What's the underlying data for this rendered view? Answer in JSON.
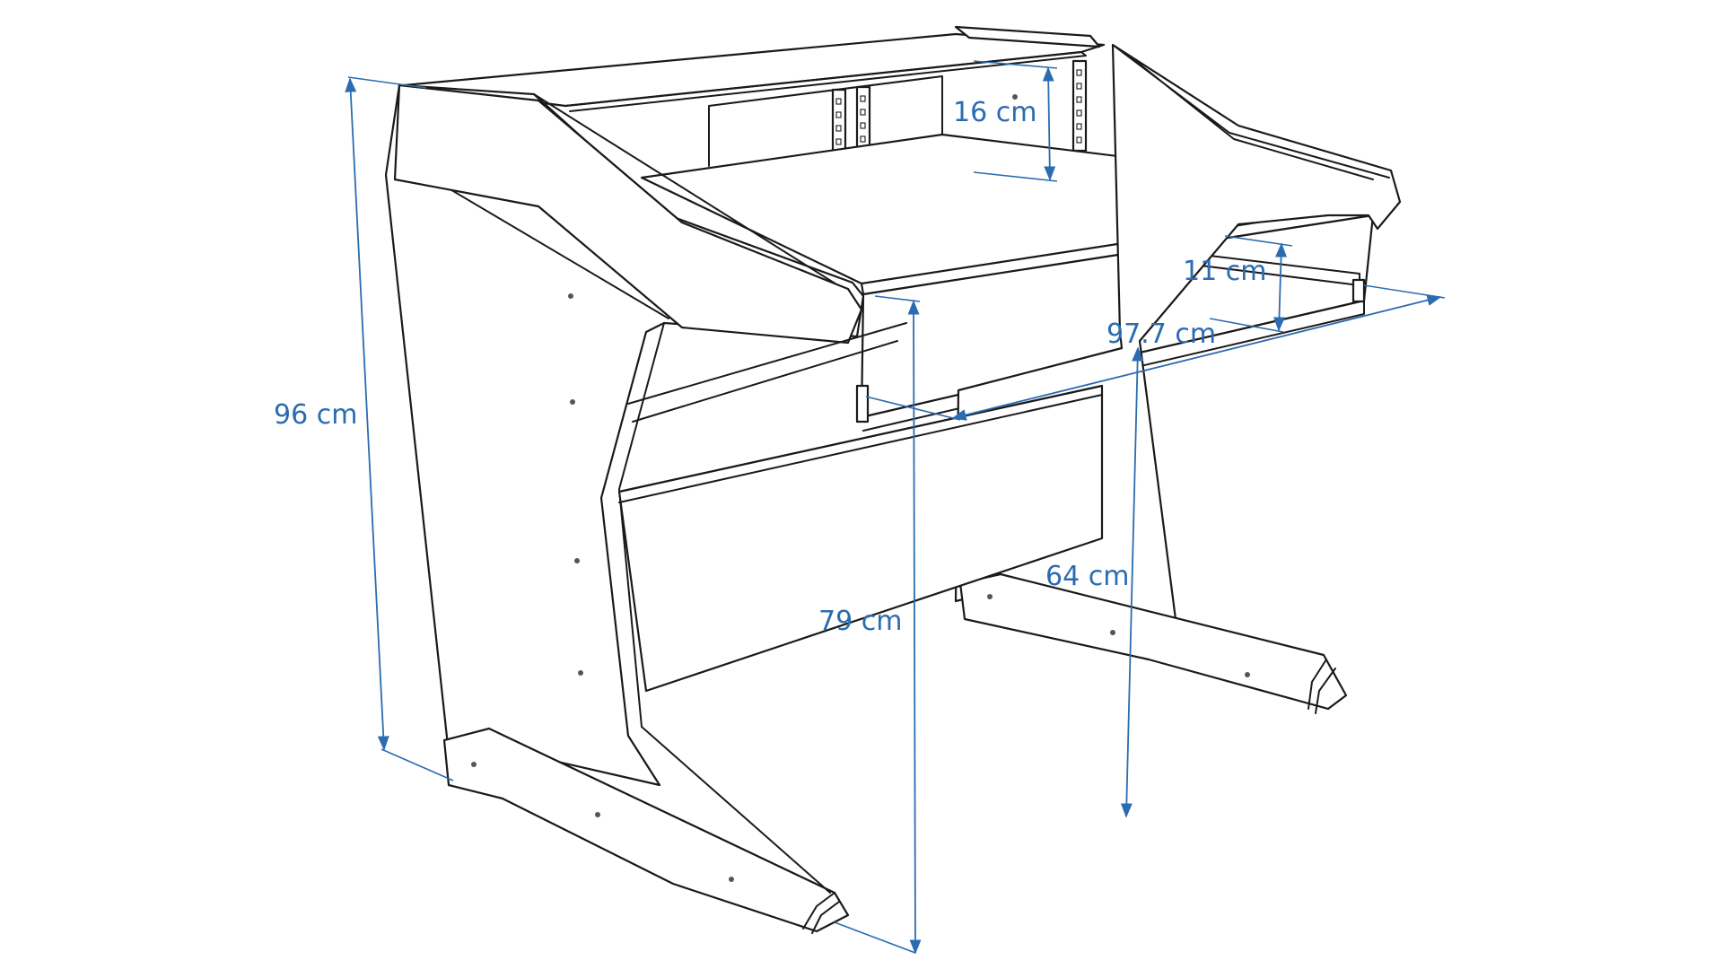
{
  "colors": {
    "dimension": "#2b6cb0",
    "line": "#1a1a1a"
  },
  "dimensions": {
    "total_height": "96 cm",
    "desk_height": "79 cm",
    "shelf_height": "16 cm",
    "tray_height": "11 cm",
    "width": "97.7 cm",
    "knee_depth": "64 cm"
  }
}
